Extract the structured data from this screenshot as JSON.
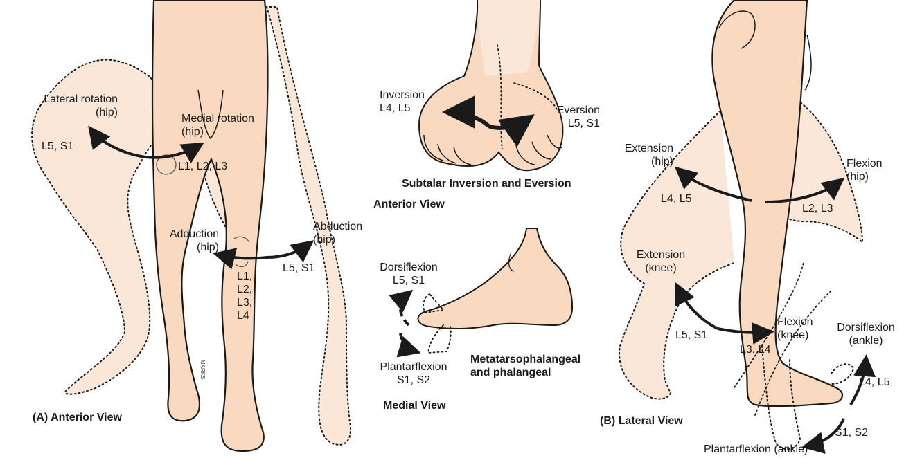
{
  "colors": {
    "skin": "#f9d9c0",
    "skin_shade": "#f4c8a6",
    "outline": "#1a1a1a",
    "ghost": "#fbe7d8"
  },
  "labels": {
    "lat_rot": [
      "Lateral rotation",
      "(hip)"
    ],
    "lat_rot_nerve": "L5, S1",
    "med_rot": [
      "Medial rotation",
      "(hip)"
    ],
    "med_rot_nerve": "L1, L2, L3",
    "adduction": [
      "Adduction",
      "(hip)"
    ],
    "adduction_nerve": [
      "L1,",
      "L2,",
      "L3,",
      "L4"
    ],
    "abduction": [
      "Abduction",
      "(hip)"
    ],
    "abduction_nerve": "L5, S1",
    "view_a": "(A) Anterior View",
    "inversion": [
      "Inversion",
      "L4, L5"
    ],
    "eversion": [
      "Eversion",
      "L5, S1"
    ],
    "subtalar": "Subtalar Inversion and Eversion",
    "anterior_view": "Anterior View",
    "dorsiflexion_m": [
      "Dorsiflexion",
      "L5, S1"
    ],
    "plantarflexion_m": [
      "Plantarflexion",
      "S1, S2"
    ],
    "mtp": [
      "Metatarsophalangeal",
      "and phalangeal"
    ],
    "medial_view": "Medial View",
    "ext_hip": [
      "Extension",
      "(hip)"
    ],
    "ext_hip_nerve": "L4, L5",
    "flex_hip": [
      "Flexion",
      "(hip)"
    ],
    "flex_hip_nerve": "L2, L3",
    "ext_knee": [
      "Extension",
      "(knee)"
    ],
    "ext_knee_nerve": "L5, S1",
    "flex_knee": [
      "Flexion",
      "(knee)"
    ],
    "flex_knee_nerve": "L3, L4",
    "dorsi_ankle": [
      "Dorsiflexion",
      "(ankle)"
    ],
    "dorsi_ankle_nerve": "L4, L5",
    "plantar_ankle": "Plantarflexion (ankle)",
    "plantar_ankle_nerve": "S1, S2",
    "view_b": "(B) Lateral View",
    "artist_mark": "MARKS"
  }
}
